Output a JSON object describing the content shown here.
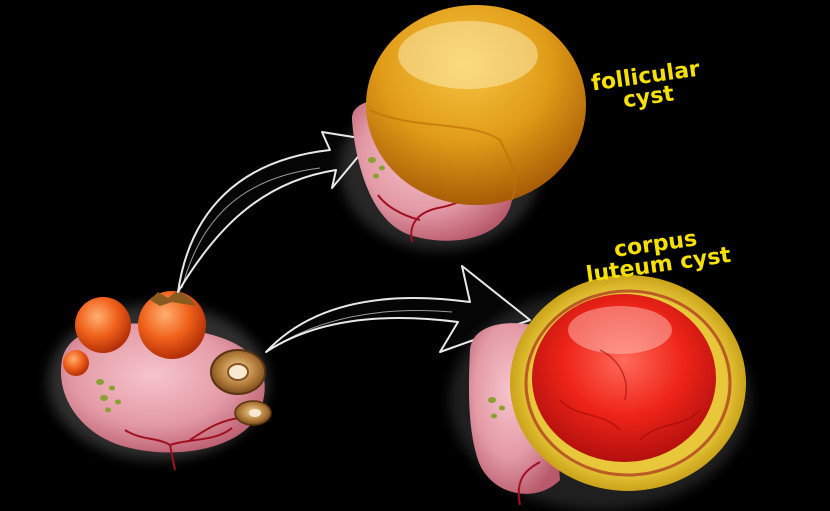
{
  "labels": {
    "follicular": [
      "follicular",
      "cyst"
    ],
    "corpus_luteum": [
      "corpus",
      "luteum cyst"
    ]
  },
  "colors": {
    "background": "#000000",
    "label_text": "#f5e000",
    "ovary_tissue": "#e8a0a8",
    "follicular_cyst": "#e0a21a",
    "corpus_luteum_core": "#e81818",
    "corpus_luteum_rim": "#d8c020",
    "arrow_outline": "#e8e8e8"
  }
}
